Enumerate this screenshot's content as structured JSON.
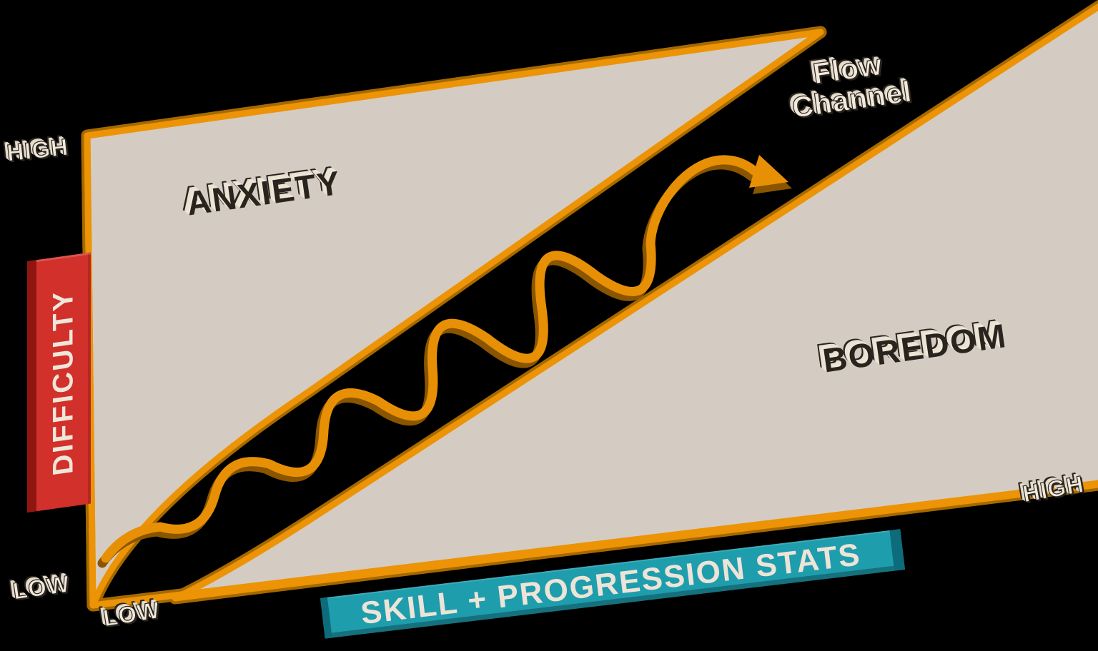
{
  "labels": {
    "anxiety": "ANXIETY",
    "boredom": "BOREDOM",
    "flow_line1": "Flow",
    "flow_line2": "Channel"
  },
  "y_axis": {
    "title": "DIFFICULTY",
    "high": "HIGH",
    "low": "LOW"
  },
  "x_axis": {
    "title": "SKILL + PROGRESSION STATS",
    "low": "LOW",
    "high": "HIGH"
  },
  "colors": {
    "background": "#000000",
    "panel": "#D4CCC2",
    "border": "#EC9306",
    "border_dark": "#A66900",
    "arrow": "#E89005",
    "arrow_shadow": "#8A5500",
    "difficulty_bar": "#D2302A",
    "difficulty_bar_side": "#8F1511",
    "skill_bar": "#1E9DAD",
    "skill_bar_side": "#0D6C7B",
    "text_cream": "#F2E9DC",
    "text_dark": "#29251E"
  }
}
